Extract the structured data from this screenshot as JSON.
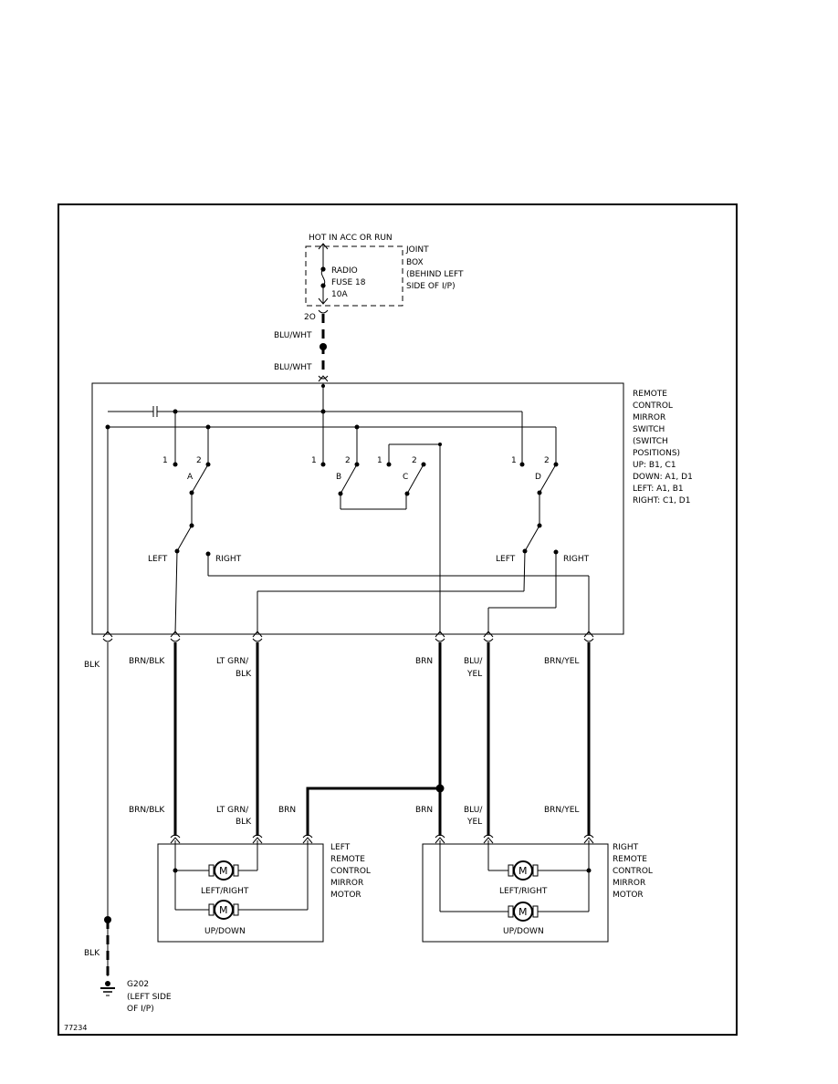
{
  "power": {
    "source": "HOT IN ACC OR RUN",
    "fuse_name": "RADIO",
    "fuse_number": "FUSE 18",
    "fuse_rating": "10A",
    "joint_box": [
      "JOINT",
      "BOX",
      "(BEHIND LEFT",
      "SIDE OF I/P)"
    ],
    "terminal": "2O"
  },
  "switch": {
    "label": [
      "REMOTE",
      "CONTROL",
      "MIRROR",
      "SWITCH",
      "(SWITCH",
      "POSITIONS)",
      "UP: B1, C1",
      "DOWN: A1, D1",
      "LEFT: A1, B1",
      "RIGHT: C1, D1"
    ],
    "contacts": {
      "a": "A",
      "b": "B",
      "c": "C",
      "d": "D",
      "one": "1",
      "two": "2",
      "left": "LEFT",
      "right": "RIGHT"
    }
  },
  "wires": {
    "blu_wht": "BLU/WHT",
    "blk": "BLK",
    "brn_blk": "BRN/BLK",
    "lt_grn": "LT GRN/",
    "blk_part": "BLK",
    "brn": "BRN",
    "blu": "BLU/",
    "yel": "YEL",
    "brn_yel": "BRN/YEL"
  },
  "motors": {
    "left": [
      "LEFT",
      "REMOTE",
      "CONTROL",
      "MIRROR",
      "MOTOR"
    ],
    "right": [
      "RIGHT",
      "REMOTE",
      "CONTROL",
      "MIRROR",
      "MOTOR"
    ],
    "left_right": "LEFT/RIGHT",
    "up_down": "UP/DOWN",
    "m": "M"
  },
  "ground": {
    "name": "G202",
    "location": [
      "(LEFT SIDE",
      "OF I/P)"
    ]
  },
  "figure_id": "77234"
}
